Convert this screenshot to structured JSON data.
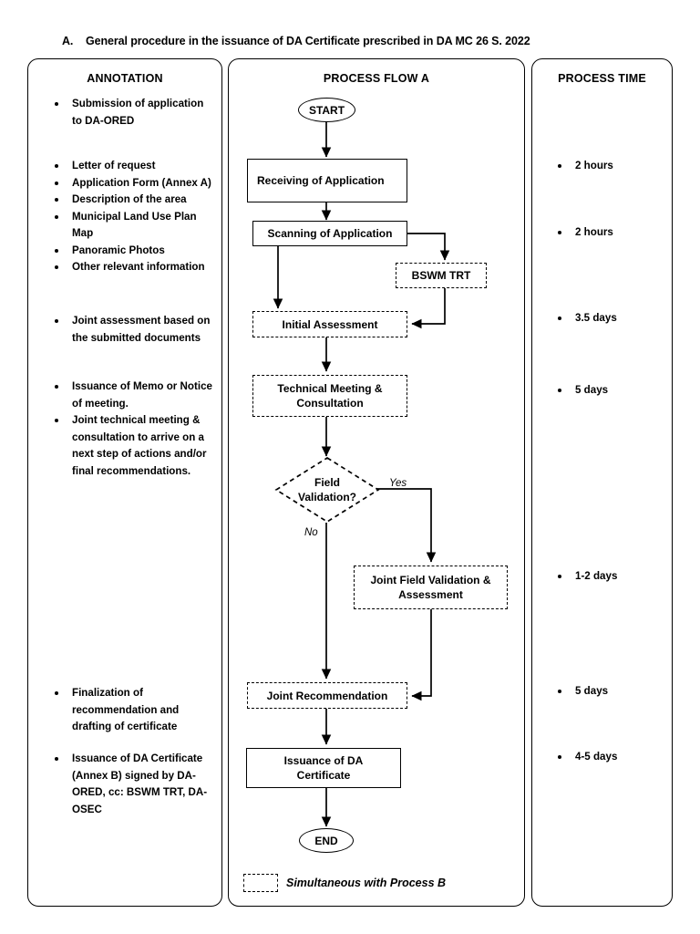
{
  "title": {
    "label": "A.",
    "text": "General procedure in the issuance of DA Certificate prescribed in DA MC 26 S. 2022"
  },
  "panels": {
    "annotation": {
      "heading": "ANNOTATION"
    },
    "flow": {
      "heading": "PROCESS FLOW A"
    },
    "time": {
      "heading": "PROCESS TIME"
    }
  },
  "annotation": {
    "group1": [
      "Submission of application to DA-ORED"
    ],
    "group2": [
      "Letter of request",
      "Application Form (Annex A)",
      "Description of the area",
      "Municipal Land Use Plan Map",
      "Panoramic Photos",
      "Other relevant information"
    ],
    "group3": [
      "Joint assessment based on the submitted documents"
    ],
    "group4": [
      "Issuance of Memo or Notice of meeting.",
      "Joint technical meeting & consultation to arrive on a next step of actions and/or final recommendations."
    ],
    "group5": [
      "Finalization of recommendation and drafting of  certificate"
    ],
    "group6": [
      "Issuance of DA Certificate (Annex B) signed by DA-ORED, cc: BSWM TRT, DA-OSEC"
    ]
  },
  "process_time": [
    "2 hours",
    "2 hours",
    "3.5 days",
    "5 days",
    "1-2 days",
    "5 days",
    "4-5 days"
  ],
  "flow": {
    "start": "START",
    "end": "END",
    "nodes": {
      "receiving": "Receiving of Application",
      "scanning": "Scanning of Application",
      "bswm_trt": "BSWM TRT",
      "initial_assessment": "Initial Assessment",
      "technical_meeting_line1": "Technical Meeting &",
      "technical_meeting_line2": "Consultation",
      "decision_line1": "Field",
      "decision_line2": "Validation?",
      "joint_field_line1": "Joint Field Validation &",
      "joint_field_line2": "Assessment",
      "joint_recommendation": "Joint Recommendation",
      "issuance_line1": "Issuance of DA",
      "issuance_line2": "Certificate"
    },
    "branches": {
      "yes": "Yes",
      "no": "No"
    },
    "legend": "Simultaneous with Process B"
  },
  "colors": {
    "stroke": "#000000",
    "background": "#ffffff"
  },
  "chart_data": {
    "type": "flowchart",
    "title": "General procedure in the issuance of DA Certificate prescribed in DA MC 26 S. 2022",
    "steps": [
      {
        "id": "start",
        "label": "START",
        "shape": "terminator",
        "style": "solid",
        "process_time": ""
      },
      {
        "id": "receiving",
        "label": "Receiving of Application",
        "shape": "process",
        "style": "solid",
        "process_time": "2 hours"
      },
      {
        "id": "scanning",
        "label": "Scanning of Application",
        "shape": "process",
        "style": "solid",
        "process_time": "2 hours"
      },
      {
        "id": "bswm_trt",
        "label": "BSWM TRT",
        "shape": "process",
        "style": "dashed",
        "process_time": ""
      },
      {
        "id": "initial_assessment",
        "label": "Initial Assessment",
        "shape": "process",
        "style": "dashed",
        "process_time": "3.5 days"
      },
      {
        "id": "technical_meeting",
        "label": "Technical Meeting & Consultation",
        "shape": "process",
        "style": "dashed",
        "process_time": "5 days"
      },
      {
        "id": "field_validation",
        "label": "Field Validation?",
        "shape": "decision",
        "style": "dashed",
        "process_time": ""
      },
      {
        "id": "joint_field",
        "label": "Joint Field Validation & Assessment",
        "shape": "process",
        "style": "dashed",
        "process_time": "1-2 days"
      },
      {
        "id": "joint_recommendation",
        "label": "Joint Recommendation",
        "shape": "process",
        "style": "dashed",
        "process_time": "5 days"
      },
      {
        "id": "issuance",
        "label": "Issuance of DA Certificate",
        "shape": "process",
        "style": "solid",
        "process_time": "4-5 days"
      },
      {
        "id": "end",
        "label": "END",
        "shape": "terminator",
        "style": "solid",
        "process_time": ""
      }
    ],
    "edges": [
      {
        "from": "start",
        "to": "receiving",
        "label": ""
      },
      {
        "from": "receiving",
        "to": "scanning",
        "label": ""
      },
      {
        "from": "scanning",
        "to": "bswm_trt",
        "label": ""
      },
      {
        "from": "scanning",
        "to": "initial_assessment",
        "label": ""
      },
      {
        "from": "bswm_trt",
        "to": "initial_assessment",
        "label": ""
      },
      {
        "from": "initial_assessment",
        "to": "technical_meeting",
        "label": ""
      },
      {
        "from": "technical_meeting",
        "to": "field_validation",
        "label": ""
      },
      {
        "from": "field_validation",
        "to": "joint_field",
        "label": "Yes"
      },
      {
        "from": "field_validation",
        "to": "joint_recommendation",
        "label": "No"
      },
      {
        "from": "joint_field",
        "to": "joint_recommendation",
        "label": ""
      },
      {
        "from": "joint_recommendation",
        "to": "issuance",
        "label": ""
      },
      {
        "from": "issuance",
        "to": "end",
        "label": ""
      }
    ],
    "legend": [
      {
        "style": "dashed",
        "meaning": "Simultaneous with Process B"
      }
    ]
  }
}
